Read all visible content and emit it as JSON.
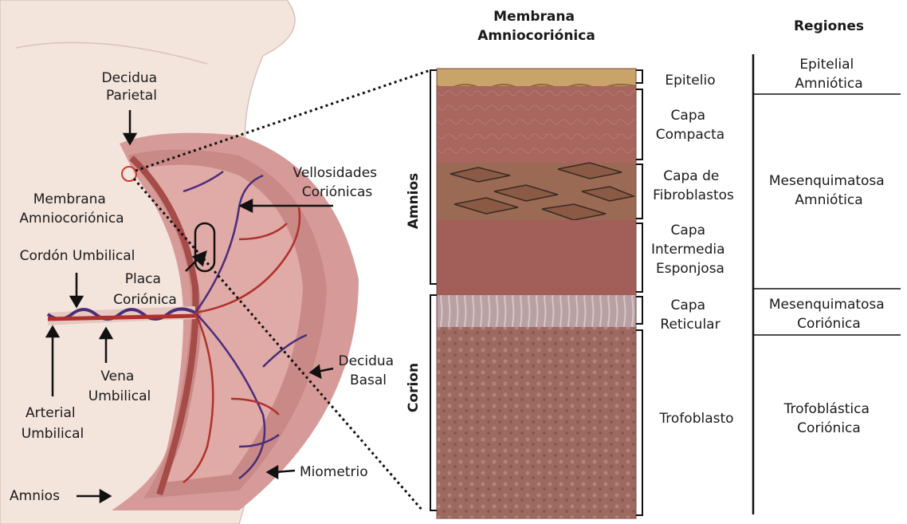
{
  "left_labels": {
    "decidua_parietal": [
      "Decidua",
      "Parietal"
    ],
    "membrana_amniocorionica": [
      "Membrana",
      "Amniocoriónica"
    ],
    "cordon_umbilical": [
      "Cordón Umbilical"
    ],
    "placa_corionica": [
      "Placa",
      "Coriónica"
    ],
    "vellosidades_corionicas": [
      "Vellosidades",
      "Coriónicas"
    ],
    "vena_umbilical": [
      "Vena",
      "Umbilical"
    ],
    "arterial_umbilical": [
      "Arterial",
      "Umbilical"
    ],
    "decidua_basal": [
      "Decidua",
      "Basal"
    ],
    "miometrio": [
      "Miometrio"
    ],
    "amnios": [
      "Amnios"
    ]
  },
  "membrane_title": [
    "Membrana",
    "Amniocoriónica"
  ],
  "regions_title": "Regiones",
  "side_labels": {
    "amnios": "Amnios",
    "corion": "Corion"
  },
  "layers": [
    {
      "label": [
        "Epitelio"
      ]
    },
    {
      "label": [
        "Capa",
        "Compacta"
      ]
    },
    {
      "label": [
        "Capa de",
        "Fibroblastos"
      ]
    },
    {
      "label": [
        "Capa",
        "Intermedia",
        "Esponjosa"
      ]
    },
    {
      "label": [
        "Capa",
        "Reticular"
      ]
    },
    {
      "label": [
        "Trofoblasto"
      ]
    }
  ],
  "regions": [
    {
      "label": [
        "Epitelial",
        "Amniótica"
      ]
    },
    {
      "label": [
        "Mesenquimatosa",
        "Amniótica"
      ]
    },
    {
      "label": [
        "Mesenquimatosa",
        "Coriónica"
      ]
    },
    {
      "label": [
        "Trofoblástica",
        "Coriónica"
      ]
    }
  ],
  "colors": {
    "epithelium": "#c9a46a",
    "compact": "#a8665f",
    "fibroblast": "#9a6a55",
    "spongy": "#a25f5a",
    "reticular": "#b8a0a3",
    "trophoblast": "#9d6a62",
    "placenta": "#c98a87",
    "artery": "#b0312c",
    "vein": "#4b2d7a",
    "body": "#f3e4dc"
  }
}
